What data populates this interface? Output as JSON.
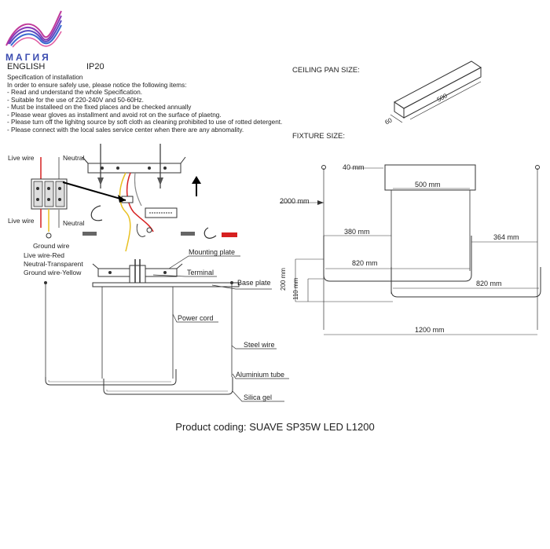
{
  "brand": {
    "name": "МАГИЯ"
  },
  "header": {
    "language": "ENGLISH",
    "ip_rating": "IP20"
  },
  "spec": {
    "title": "Specification of installation",
    "lines": [
      "In order to ensure safely use, please notice the following items:",
      "- Read and understand the whole Specification.",
      "- Suitable for the use of 220-240V and 50-60Hz.",
      "- Must be installeed on the fixed places and be checked annually",
      "- Please wear gloves as installment and avoid rot on the surface of plaetng.",
      "- Please turn off the lighitng source by soft cloth as cleaning prohibited to use of rotted detergent.",
      "- Please connect with the local sales service center when there are any abnomality."
    ]
  },
  "wiring": {
    "live_top": "Live wire",
    "neutral_top": "Neutral",
    "live_bottom": "Live wire",
    "neutral_bottom": "Neutral",
    "ground": "Ground wire",
    "legend": [
      "Live wire-Red",
      "Neutral-Transparent",
      "Ground wire-Yellow"
    ]
  },
  "parts": {
    "mounting_plate": "Mounting plate",
    "terminal": "Terminal",
    "base_plate": "Base plate",
    "power_cord": "Power cord",
    "steel_wire": "Steel wire",
    "aluminium_tube": "Aluminium tube",
    "silica_gel": "Silica gel"
  },
  "ceiling_pan": {
    "title": "CEILING PAN  SIZE:",
    "length": "500",
    "width": "60"
  },
  "fixture": {
    "title": "FIXTURE SIZE:",
    "dims": {
      "d40": "40 mm",
      "d500": "500 mm",
      "d2000": "2000 mm",
      "d380": "380 mm",
      "d364": "364 mm",
      "d820a": "820 mm",
      "d820b": "820 mm",
      "d200": "200 mm",
      "d110": "110 mm",
      "d1200": "1200 mm"
    }
  },
  "product": {
    "coding": "Product coding: SUAVE SP35W LED L1200"
  },
  "colors": {
    "live": "#d62020",
    "ground": "#e8c020",
    "logo": "#3a4bb0"
  }
}
